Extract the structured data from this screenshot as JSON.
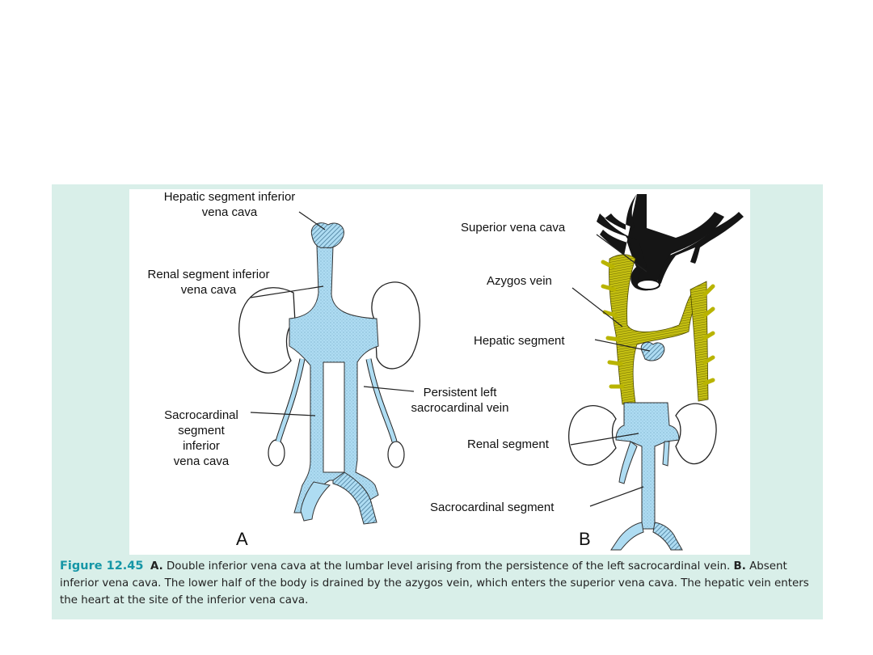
{
  "colors": {
    "panel_background": "#d9efe9",
    "ivc_blue": "#aedcf2",
    "azygos_olive": "#b9b400",
    "svc_black": "#151515",
    "caption_accent": "#1596a6"
  },
  "figure": {
    "panel_a": {
      "letter": "A",
      "labels": {
        "hepatic_1": "Hepatic segment inferior",
        "hepatic_2": "vena cava",
        "renal_1": "Renal segment inferior",
        "renal_2": "vena cava",
        "persistent_1": "Persistent left",
        "persistent_2": "sacrocardinal vein",
        "sacro_1": "Sacrocardinal",
        "sacro_2": "segment",
        "sacro_3": "inferior",
        "sacro_4": "vena cava"
      }
    },
    "panel_b": {
      "letter": "B",
      "labels": {
        "svc": "Superior vena cava",
        "azygos": "Azygos vein",
        "hepatic": "Hepatic segment",
        "renal": "Renal segment",
        "sacro": "Sacrocardinal segment"
      }
    },
    "caption": {
      "number": "Figure 12.45",
      "a_marker": "A.",
      "a_text": "Double inferior vena cava at the lumbar level arising from the persistence of the left sacrocardinal vein.",
      "b_marker": "B.",
      "b_text": "Absent inferior vena cava. The lower half of the body is drained by the azygos vein, which enters the superior vena cava. The hepatic vein enters the heart at the site of the inferior vena cava."
    }
  }
}
